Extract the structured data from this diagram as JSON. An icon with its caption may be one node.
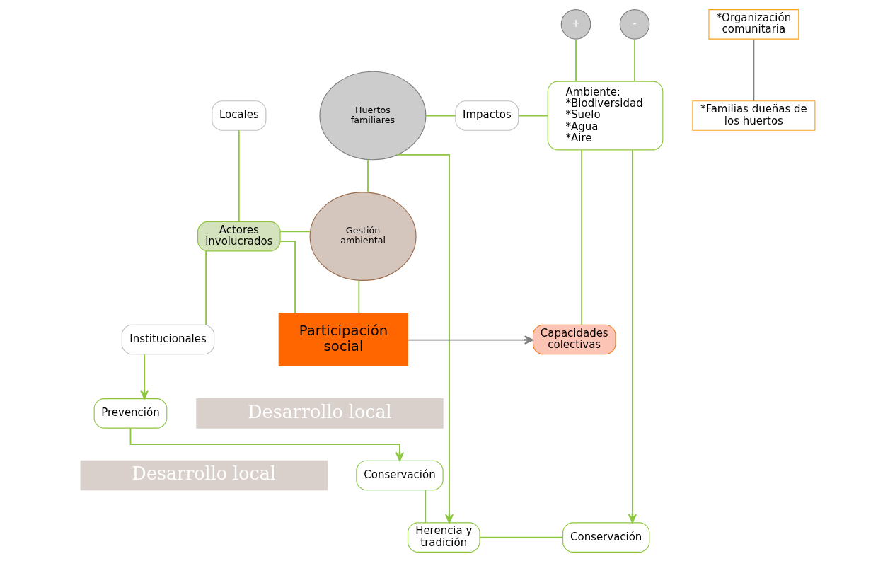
{
  "diagram": {
    "nodes": [
      {
        "text": [
          "Desarrollo local"
        ]
      },
      {
        "text": [
          "Herencia y tradición"
        ]
      },
      {
        "text": [
          "Conservación"
        ]
      },
      {
        "text": [
          "Conservación"
        ]
      },
      {
        "text": [
          "Prevención"
        ]
      },
      {
        "text": [
          "Huertos familiares"
        ]
      },
      {
        "text": [
          "Impactos"
        ]
      },
      {
        "text": [
          "+"
        ]
      },
      {
        "text": [
          "Ambiente:",
          "*Biodiversidad",
          "*Suelo",
          "*Agua",
          "*Aire"
        ]
      },
      {
        "text": [
          "Locales"
        ]
      },
      {
        "text": [
          "Institucionales"
        ]
      },
      {
        "text": [
          "-"
        ]
      },
      {
        "text": [
          "Actores involucrados"
        ]
      },
      {
        "text": [
          "Gestión ambiental"
        ]
      },
      {
        "text": [
          "*Organización comunitaria"
        ]
      },
      {
        "text": [
          "Participación social"
        ]
      },
      {
        "text": [
          "Capacidades colectivas"
        ]
      },
      {
        "text": [
          "*Familias dueñas de los huertos"
        ]
      },
      {
        "text": [
          "Desarrollo local"
        ]
      }
    ],
    "edges": [
      {
        "from": 3,
        "to": 1,
        "arrow": "none"
      },
      {
        "from": 1,
        "to": 2,
        "arrow": "none"
      },
      {
        "from": 4,
        "to": 3,
        "arrow": "to"
      },
      {
        "from": 10,
        "to": 4,
        "arrow": "to"
      },
      {
        "from": 5,
        "to": 1,
        "arrow": "to"
      },
      {
        "from": 8,
        "to": 2,
        "arrow": "to"
      },
      {
        "from": 5,
        "to": 6,
        "arrow": "none"
      },
      {
        "from": 6,
        "to": 8,
        "arrow": "none"
      },
      {
        "from": 7,
        "to": 8,
        "arrow": "none"
      },
      {
        "from": 11,
        "to": 8,
        "arrow": "none"
      },
      {
        "from": 9,
        "to": 12,
        "arrow": "none"
      },
      {
        "from": 12,
        "to": 10,
        "arrow": "none"
      },
      {
        "from": 5,
        "to": 13,
        "arrow": "none"
      },
      {
        "from": 12,
        "to": 13,
        "arrow": "none"
      },
      {
        "from": 13,
        "to": 15,
        "arrow": "none"
      },
      {
        "from": 12,
        "to": 15,
        "arrow": "none"
      },
      {
        "from": 8,
        "to": 16,
        "arrow": "none"
      },
      {
        "from": 14,
        "to": 17,
        "arrow": "none",
        "color": "#7f7f7f"
      },
      {
        "from": 15,
        "to": 16,
        "arrow": "to",
        "color": "#7f7f7f"
      }
    ]
  }
}
